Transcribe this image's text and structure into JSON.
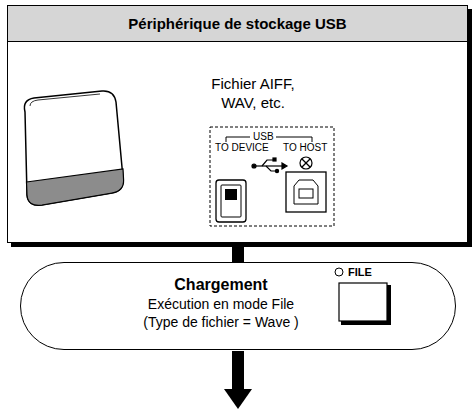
{
  "diagram": {
    "nodes": [
      {
        "text": [
          "Périphérique de stockage USB",
          "Fichier AIFF, WAV, etc."
        ]
      },
      {
        "text": [
          "Chargement",
          "Exécution en mode File (Type de fichier = Wave )"
        ]
      }
    ],
    "edges": [
      {
        "from": 0,
        "to": 1,
        "arrow": "none"
      }
    ],
    "labels": [
      "USB",
      "TO DEVICE",
      "TO HOST",
      "FILE"
    ]
  }
}
